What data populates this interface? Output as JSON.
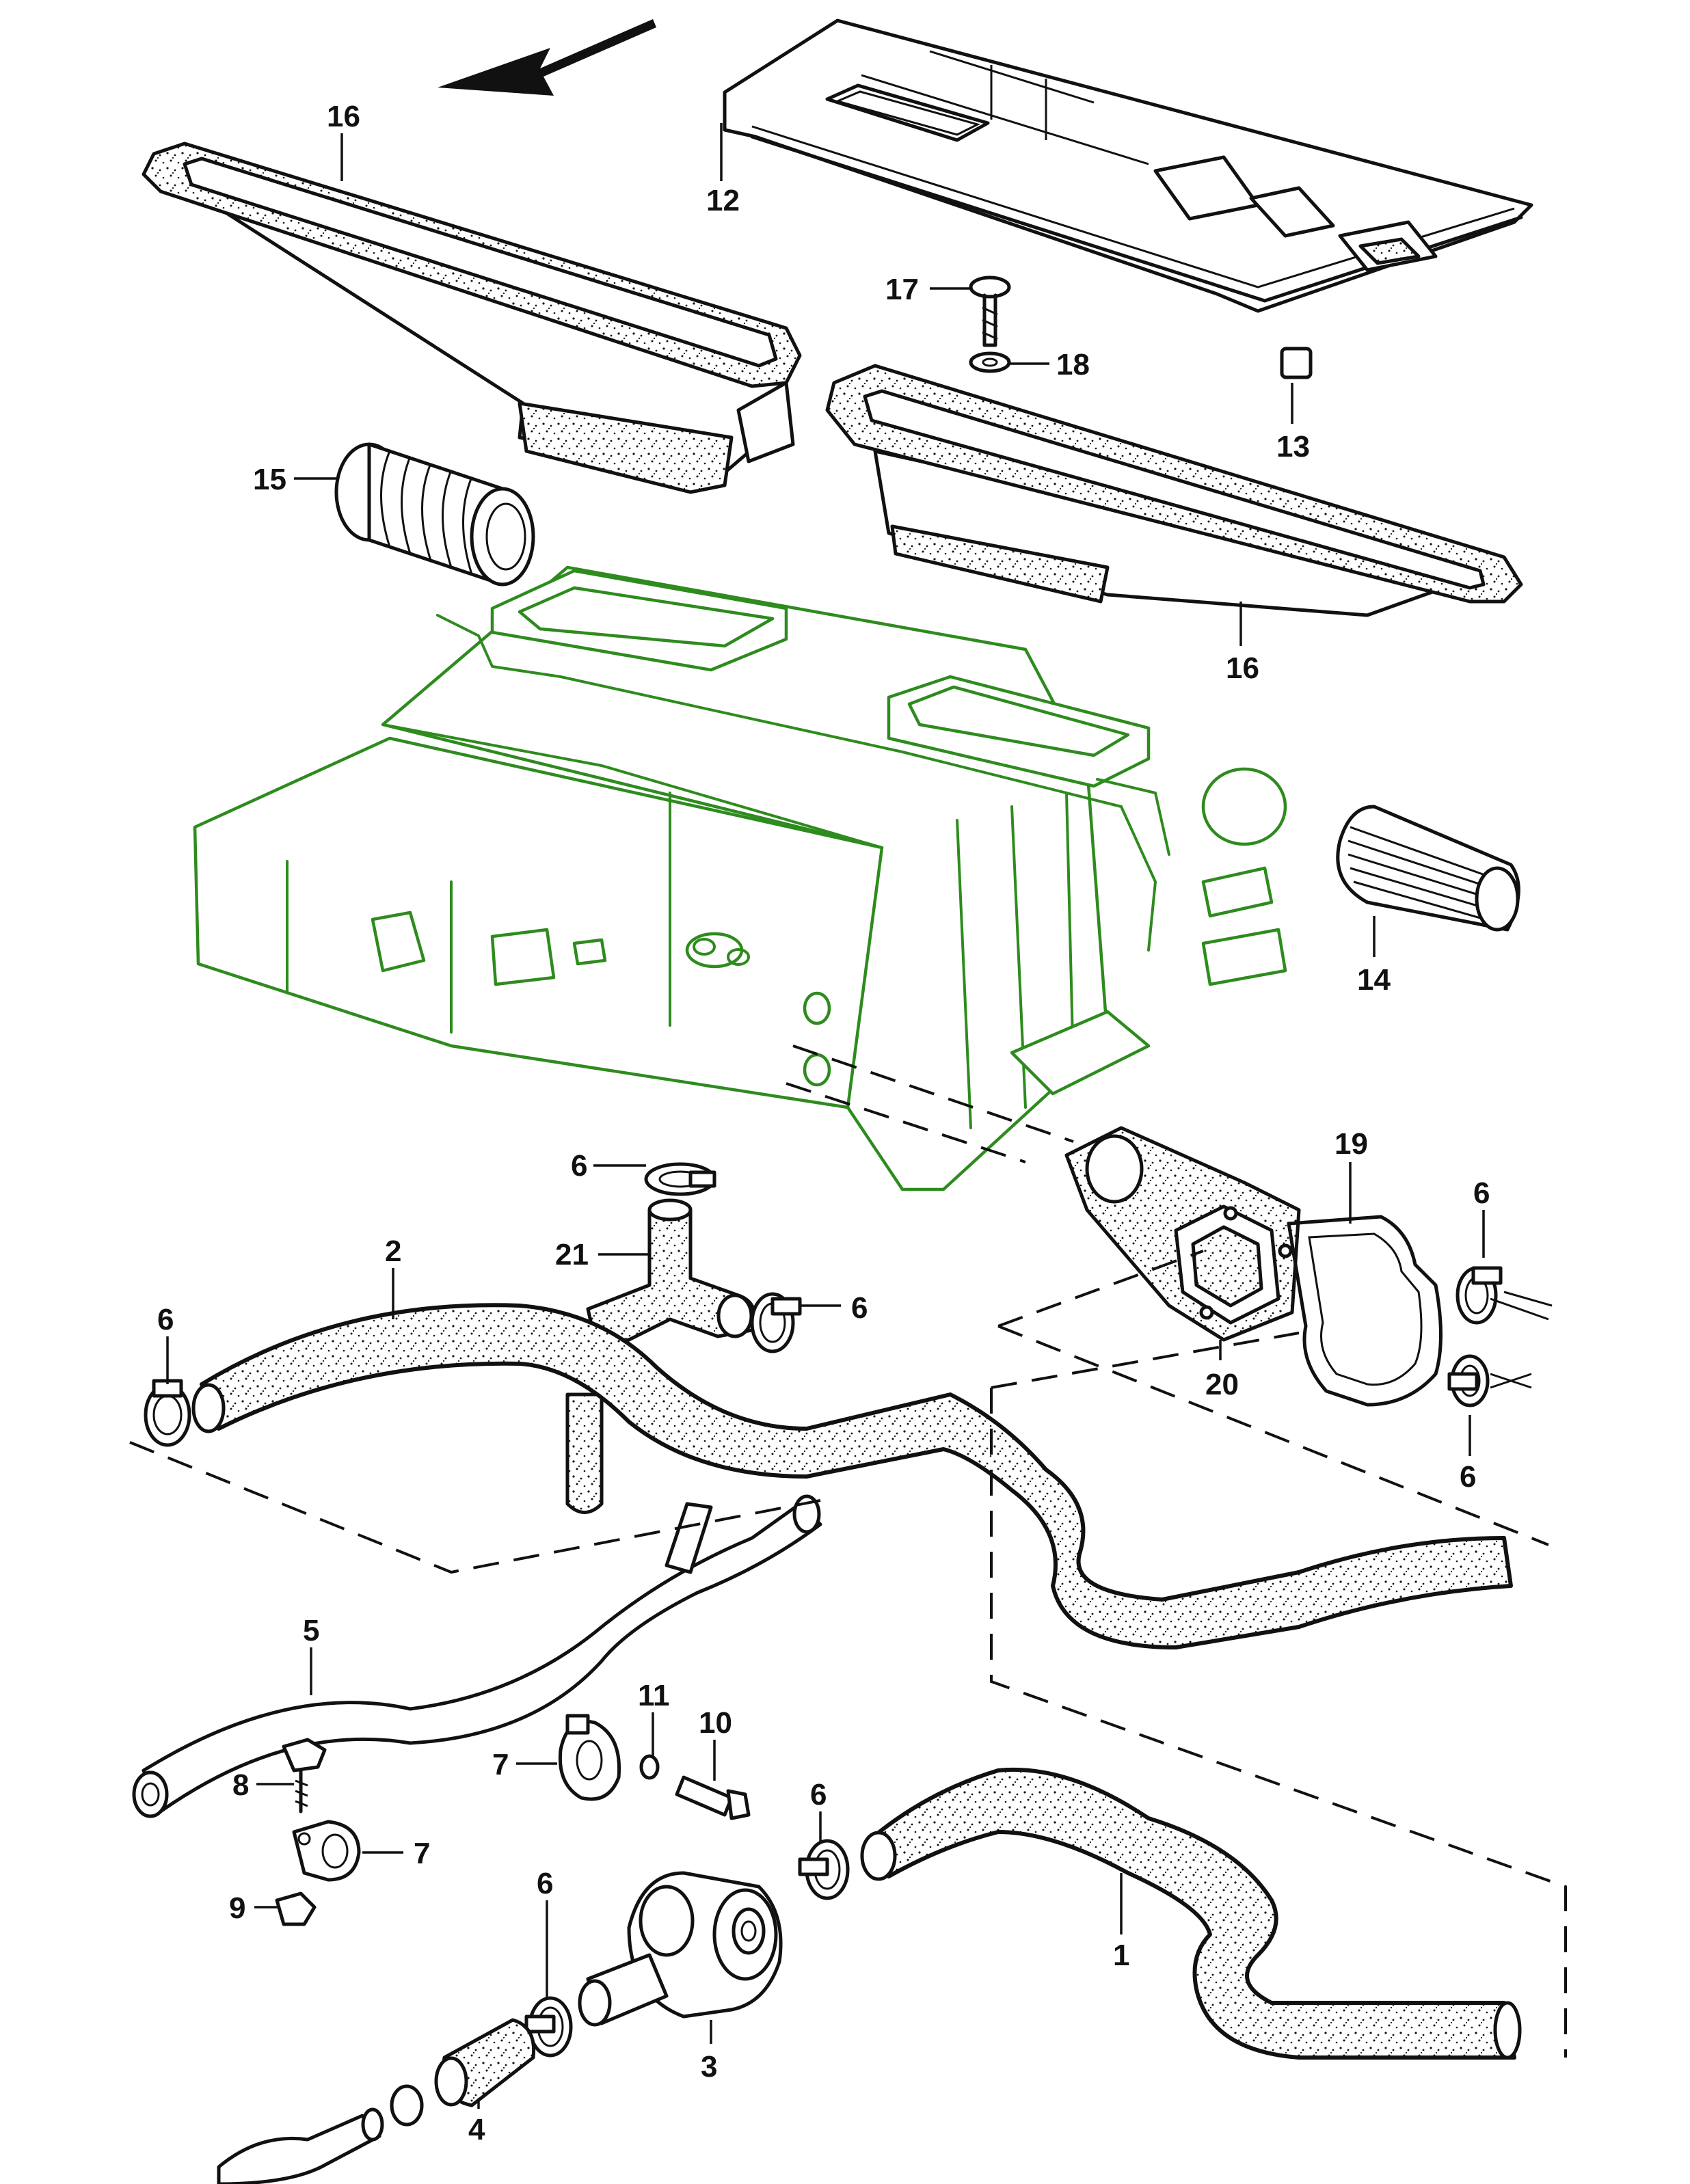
{
  "callouts": {
    "c1": "1",
    "c2": "2",
    "c3": "3",
    "c4": "4",
    "c5": "5",
    "c6": "6",
    "c7": "7",
    "c8": "8",
    "c9": "9",
    "c10": "10",
    "c11": "11",
    "c12": "12",
    "c13": "13",
    "c14": "14",
    "c15": "15",
    "c16": "16",
    "c17": "17",
    "c18": "18",
    "c19": "19",
    "c20": "20",
    "c21": "21"
  },
  "colors": {
    "ink": "#111111",
    "heater_box": "#2e8b1e",
    "background": "#ffffff"
  },
  "icons": {
    "direction": "arrow-icon"
  }
}
